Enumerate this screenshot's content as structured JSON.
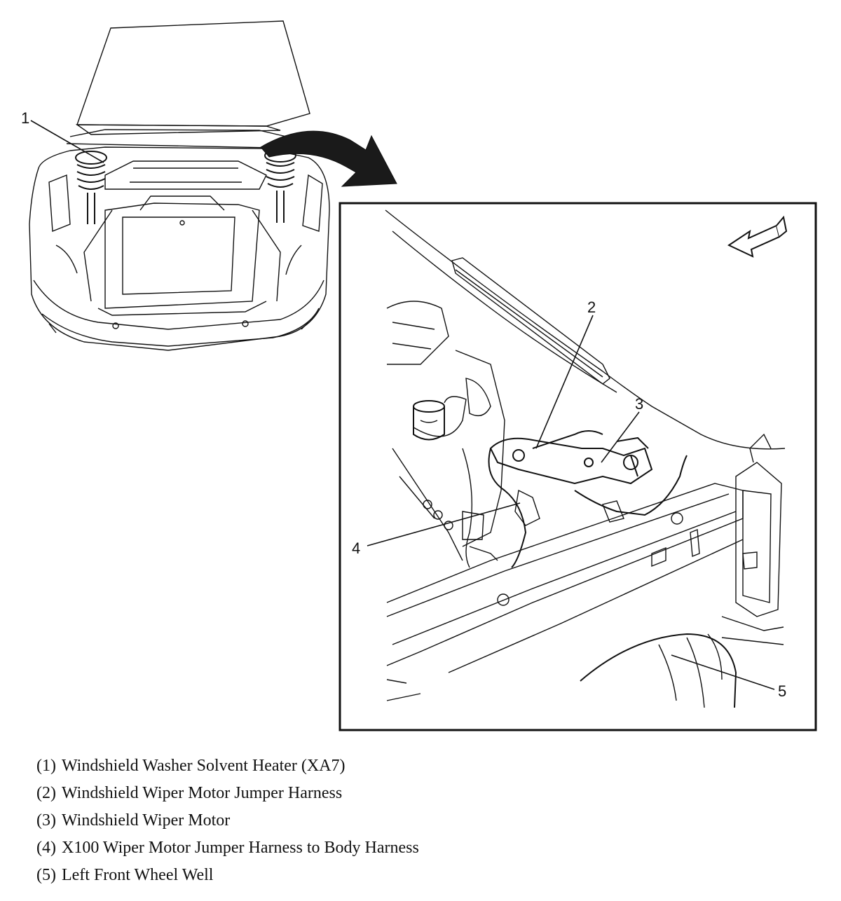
{
  "callouts": {
    "c1": "1",
    "c2": "2",
    "c3": "3",
    "c4": "4",
    "c5": "5"
  },
  "legend": [
    {
      "num": "(1)",
      "text": "Windshield Washer Solvent Heater (XA7)"
    },
    {
      "num": "(2)",
      "text": "Windshield Wiper Motor Jumper Harness"
    },
    {
      "num": "(3)",
      "text": "Windshield Wiper Motor"
    },
    {
      "num": "(4)",
      "text": "X100 Wiper Motor Jumper Harness to Body Harness"
    },
    {
      "num": "(5)",
      "text": "Left Front Wheel Well"
    }
  ],
  "icons": {
    "arrow": "curved-arrow-icon",
    "direction": "front-direction-arrow-icon"
  },
  "colors": {
    "ink": "#111111",
    "arrow_fill": "#1a1a1a",
    "background": "#ffffff"
  }
}
